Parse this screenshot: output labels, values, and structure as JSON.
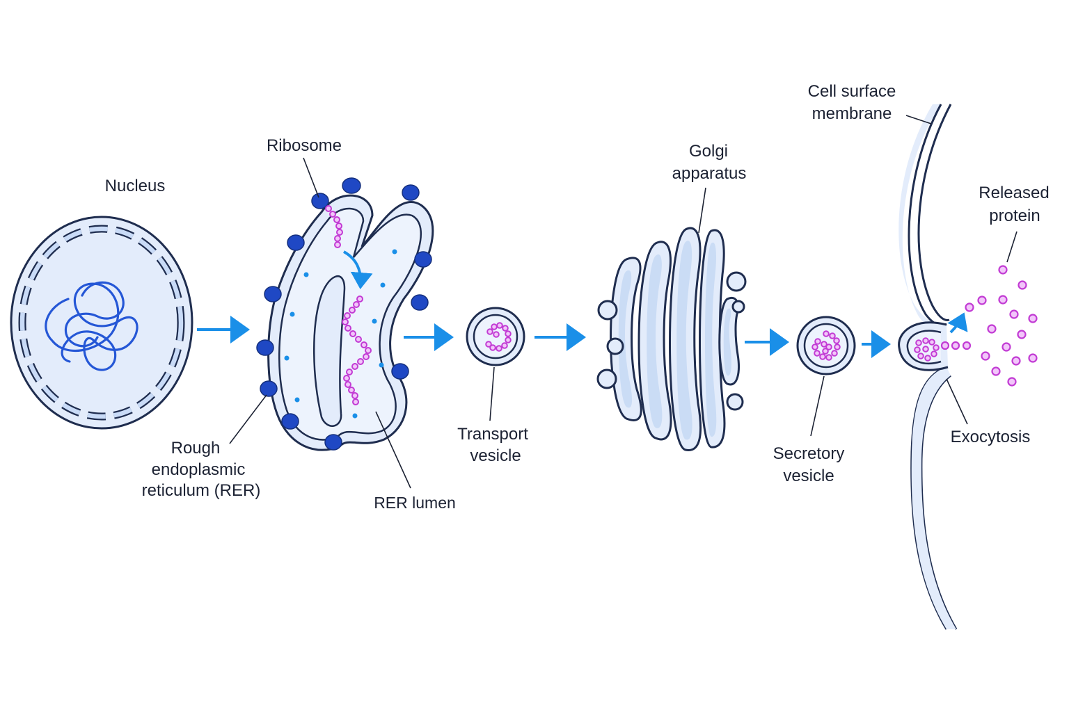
{
  "labels": {
    "nucleus": "Nucleus",
    "ribosome": "Ribosome",
    "rer_line1": "Rough",
    "rer_line2": "endoplasmic",
    "rer_line3": "reticulum (RER)",
    "rer_lumen": "RER lumen",
    "transport_line1": "Transport",
    "transport_line2": "vesicle",
    "golgi_line1": "Golgi",
    "golgi_line2": "apparatus",
    "secretory_line1": "Secretory",
    "secretory_line2": "vesicle",
    "membrane_line1": "Cell surface",
    "membrane_line2": "membrane",
    "released_line1": "Released",
    "released_line2": "protein",
    "exocytosis": "Exocytosis"
  },
  "colors": {
    "outline": "#1f2d4f",
    "membrane_fill": "#e3ecfb",
    "arrow": "#1a8fe8",
    "protein": "#c23bd4",
    "ribosome": "#1f48c4",
    "chromatin": "#2557d6"
  }
}
